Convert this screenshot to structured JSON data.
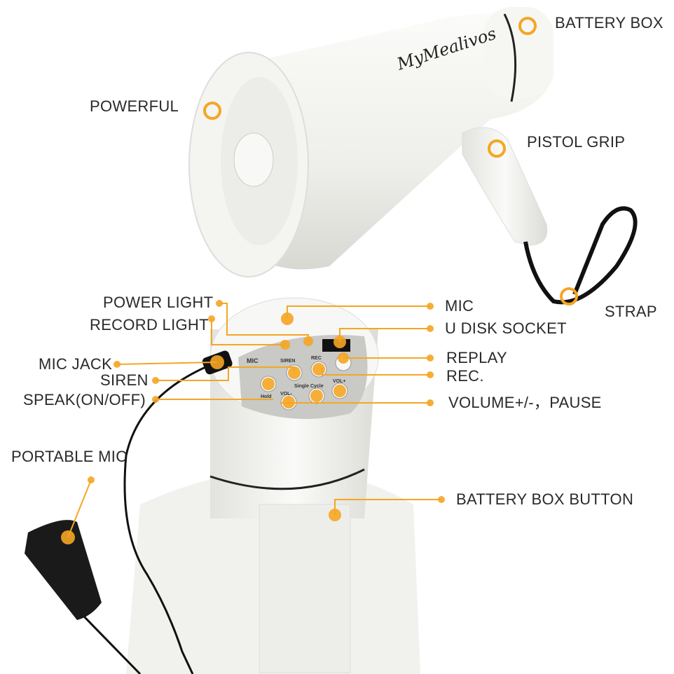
{
  "brand_logo": "MyMealivos",
  "accent_color": "#f5a623",
  "labels": {
    "battery_box": "BATTERY BOX",
    "powerful": "POWERFUL",
    "pistol_grip": "PISTOL GRIP",
    "strap": "STRAP",
    "power_light": "POWER LIGHT",
    "record_light": "RECORD LIGHT",
    "mic_jack": "MIC JACK",
    "siren": "SIREN",
    "speak": "SPEAK(ON/OFF)",
    "portable_mic": "PORTABLE MIC",
    "mic": "MIC",
    "u_disk_socket": "U DISK SOCKET",
    "replay": "REPLAY",
    "rec": "REC.",
    "volume_pause": "VOLUME+/-，PAUSE",
    "battery_box_button": "BATTERY  BOX  BUTTON"
  },
  "device_panel": {
    "mic": "MIC",
    "siren": "SIREN",
    "rec": "REC",
    "hold": "Hold",
    "vol_minus": "VOL-",
    "single_cycle": "Single Cycle",
    "vol_plus": "VOL+"
  }
}
